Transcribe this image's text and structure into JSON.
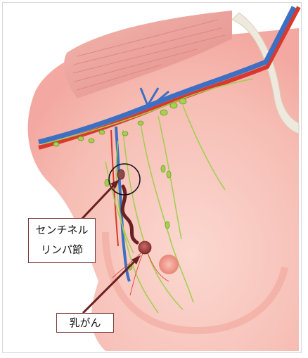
{
  "labels": {
    "sentinel_line1": "センチネル",
    "sentinel_line2": "リンパ節",
    "cancer": "乳がん"
  },
  "colors": {
    "skin": "#f7c8c0",
    "muscle": "#e99a95",
    "vein": "#3d6fc2",
    "artery": "#d9382e",
    "lymph": "#9fcf4a",
    "arrow": "#6b2020",
    "tumor": "#9b3a3a"
  }
}
